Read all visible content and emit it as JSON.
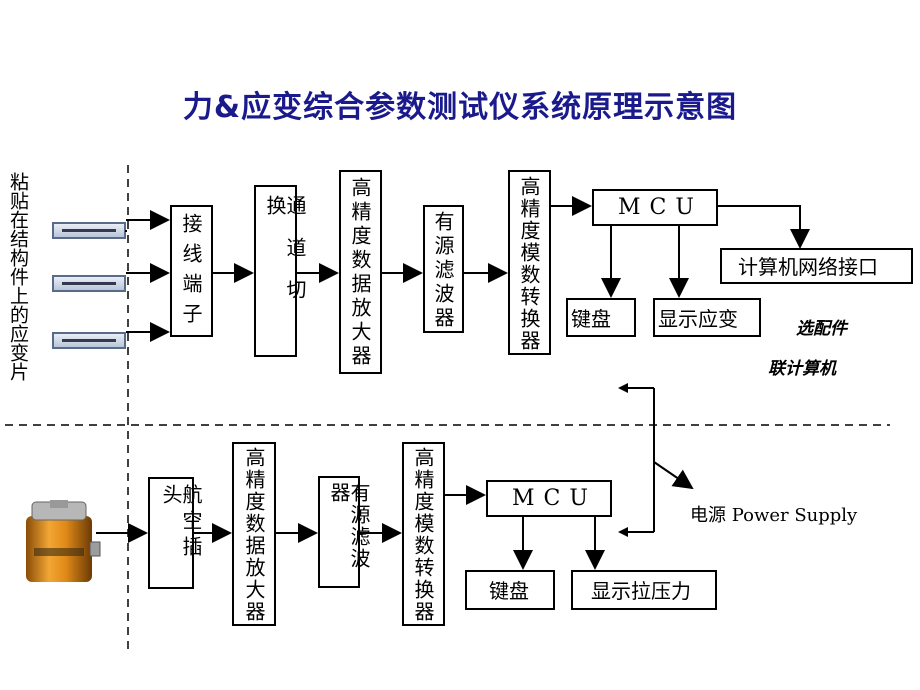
{
  "title": "力&应变综合参数测试仪系统原理示意图",
  "left_label": "粘贴在结构件上的应变片",
  "upper": {
    "terminal": "接线端子",
    "channel_switch": "通道切换",
    "amplifier": "高精度数据放大器",
    "filter": "有源滤波器",
    "adc": "高精度模数转换器",
    "mcu": "MCU",
    "network": "计算机网络接口",
    "keyboard": "键盘",
    "display": "显示应变",
    "optional_note": "选配件",
    "computer_note": "联计算机"
  },
  "lower": {
    "plug": "航空插头",
    "amplifier": "高精度数据放大器",
    "filter": "有源滤波器",
    "adc": "高精度模数转换器",
    "mcu": "MCU",
    "keyboard": "键盘",
    "display": "显示拉压力"
  },
  "power_supply": "电源 Power Supply",
  "icons": {
    "strain_gauge": "strain-gauge-icon",
    "load_cell": "load-cell-icon"
  },
  "colors": {
    "title": "#1a1a8c",
    "line": "#000000",
    "load_cell": "#e08a18"
  }
}
